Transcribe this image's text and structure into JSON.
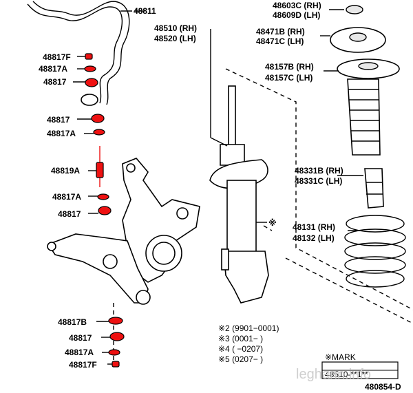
{
  "labels": {
    "p48811": "48811",
    "p48510": "48510 (RH)",
    "p48520": "48520 (LH)",
    "p48817F_top": "48817F",
    "p48817A_top": "48817A",
    "p48817_top": "48817",
    "p48817_mid1": "48817",
    "p48817A_mid1": "48817A",
    "p48819A": "48819A",
    "p48817A_mid2": "48817A",
    "p48817_mid2": "48817",
    "p48817B": "48817B",
    "p48817_bot": "48817",
    "p48817A_bot": "48817A",
    "p48817F_bot": "48817F",
    "p48603C": "48603C (RH)",
    "p48609D": "48609D (LH)",
    "p48471B": "48471B (RH)",
    "p48471C": "48471C (LH)",
    "p48157B": "48157B (RH)",
    "p48157C": "48157C (LH)",
    "p48331B": "48331B (RH)",
    "p48331C": "48331C (LH)",
    "p48131": "48131 (RH)",
    "p48132": "48132 (LH)",
    "star": "※"
  },
  "notes": {
    "n2": "※2 (9901−0001)",
    "n3": "※3 (0001−      )",
    "n4": "※4 (      −0207)",
    "n5": "※5 (0207−      )"
  },
  "mark_box": {
    "title": "※MARK",
    "code": "48510-**1**"
  },
  "diagram_code": "480854-D",
  "watermark": "leghann.info",
  "colors": {
    "highlight": "#ee1111",
    "line": "#000000",
    "watermark": "#cfcfcf"
  }
}
